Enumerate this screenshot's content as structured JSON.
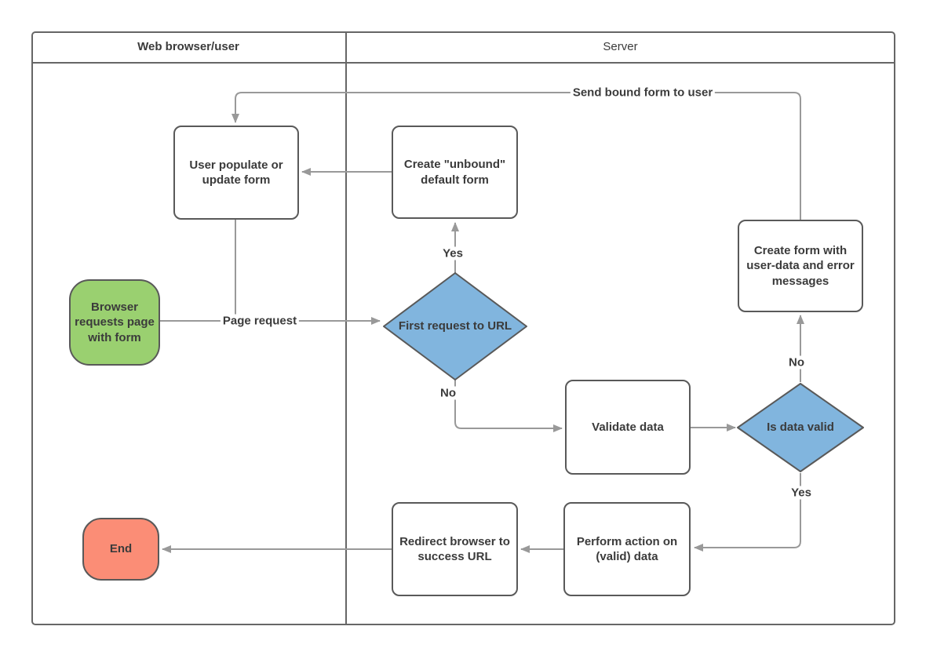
{
  "lanes": [
    {
      "title": "Web browser/user"
    },
    {
      "title": "Server"
    }
  ],
  "nodes": {
    "start": {
      "label": "Browser requests page with form"
    },
    "user_populate": {
      "label": "User populate or update form"
    },
    "create_unbound": {
      "label": "Create \"unbound\" default form"
    },
    "first_request": {
      "label": "First request to URL"
    },
    "validate_data": {
      "label": "Validate data"
    },
    "is_data_valid": {
      "label": "Is data valid"
    },
    "create_form_errors": {
      "label": "Create form with user-data and error messages"
    },
    "perform_action": {
      "label": "Perform action on (valid) data"
    },
    "redirect_browser": {
      "label": "Redirect browser to success URL"
    },
    "end": {
      "label": "End"
    }
  },
  "edges": {
    "send_bound": {
      "label": "Send bound form to user"
    },
    "page_request": {
      "label": "Page request"
    },
    "first_yes": {
      "label": "Yes"
    },
    "first_no": {
      "label": "No"
    },
    "valid_no": {
      "label": "No"
    },
    "valid_yes": {
      "label": "Yes"
    }
  },
  "colors": {
    "start_fill": "#9AD070",
    "end_fill": "#FB8D76",
    "decision_fill": "#81B5DE",
    "node_stroke": "#595959",
    "connector": "#999999",
    "lane_border": "#666666",
    "text": "#3B3B3B"
  }
}
